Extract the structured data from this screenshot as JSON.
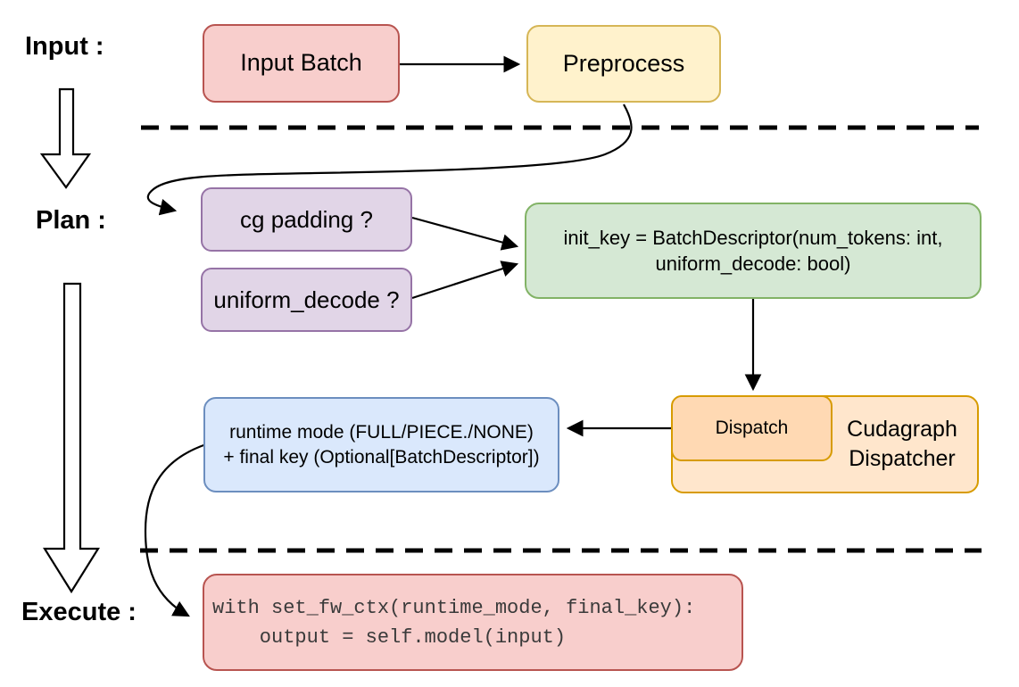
{
  "diagram": {
    "section_labels": {
      "input": "Input :",
      "plan": "Plan :",
      "execute": "Execute :"
    },
    "nodes": {
      "input_batch": "Input Batch",
      "preprocess": "Preprocess",
      "cg_padding": "cg padding ?",
      "uniform_decode": "uniform_decode ?",
      "init_key_line1": "init_key = BatchDescriptor(num_tokens: int,",
      "init_key_line2": "uniform_decode: bool)",
      "dispatch": "Dispatch",
      "cudagraph_dispatcher": "Cudagraph Dispatcher",
      "runtime_mode_line1": "runtime mode (FULL/PIECE./NONE)",
      "runtime_mode_line2": "+ final key (Optional[BatchDescriptor])",
      "execute_code_line1": "with set_fw_ctx(runtime_mode, final_key):",
      "execute_code_line2": "    output = self.model(input)"
    },
    "colors": {
      "red_fill": "#f8cecc",
      "red_border": "#b85450",
      "yellow_fill": "#fff2cc",
      "yellow_border": "#d6b656",
      "purple_fill": "#e1d5e7",
      "purple_border": "#9673a6",
      "green_fill": "#d5e8d4",
      "green_border": "#82b366",
      "blue_fill": "#dae8fc",
      "blue_border": "#6c8ebf",
      "orange_fill": "#ffe6cc",
      "orange_inner_fill": "#ffd9b3",
      "orange_border": "#d79b00",
      "connector": "#000000"
    }
  }
}
